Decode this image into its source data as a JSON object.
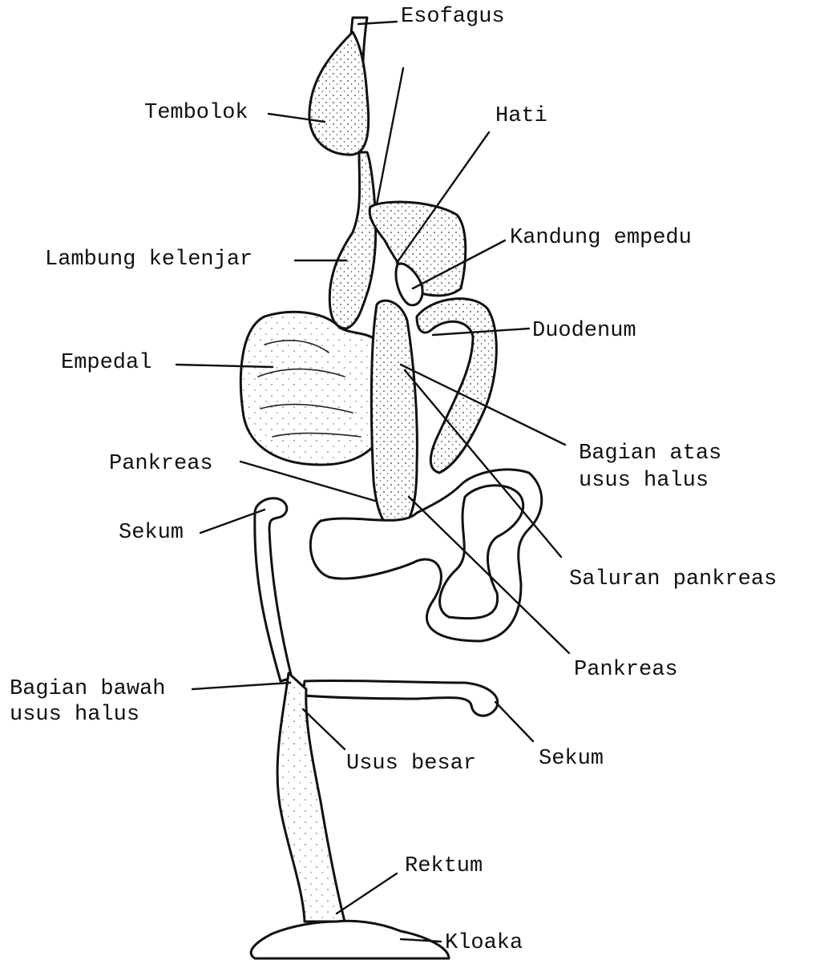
{
  "labels": {
    "esofagus": "Esofagus",
    "tembolok": "Tembolok",
    "hati": "Hati",
    "kandung_empedu": "Kandung empedu",
    "lambung_kelenjar": "Lambung kelenjar",
    "duodenum": "Duodenum",
    "empedal": "Empedal",
    "bagian_atas_1": "Bagian atas",
    "bagian_atas_2": "usus halus",
    "pankreas_left": "Pankreas",
    "sekum_left": "Sekum",
    "saluran_pankreas": "Saluran pankreas",
    "pankreas_right": "Pankreas",
    "bagian_bawah_1": "Bagian bawah",
    "bagian_bawah_2": "usus halus",
    "usus_besar": "Usus besar",
    "sekum_right": "Sekum",
    "rektum": "Rektum",
    "kloaka": "Kloaka"
  },
  "colors": {
    "ink": "#111111",
    "paper": "#ffffff"
  }
}
